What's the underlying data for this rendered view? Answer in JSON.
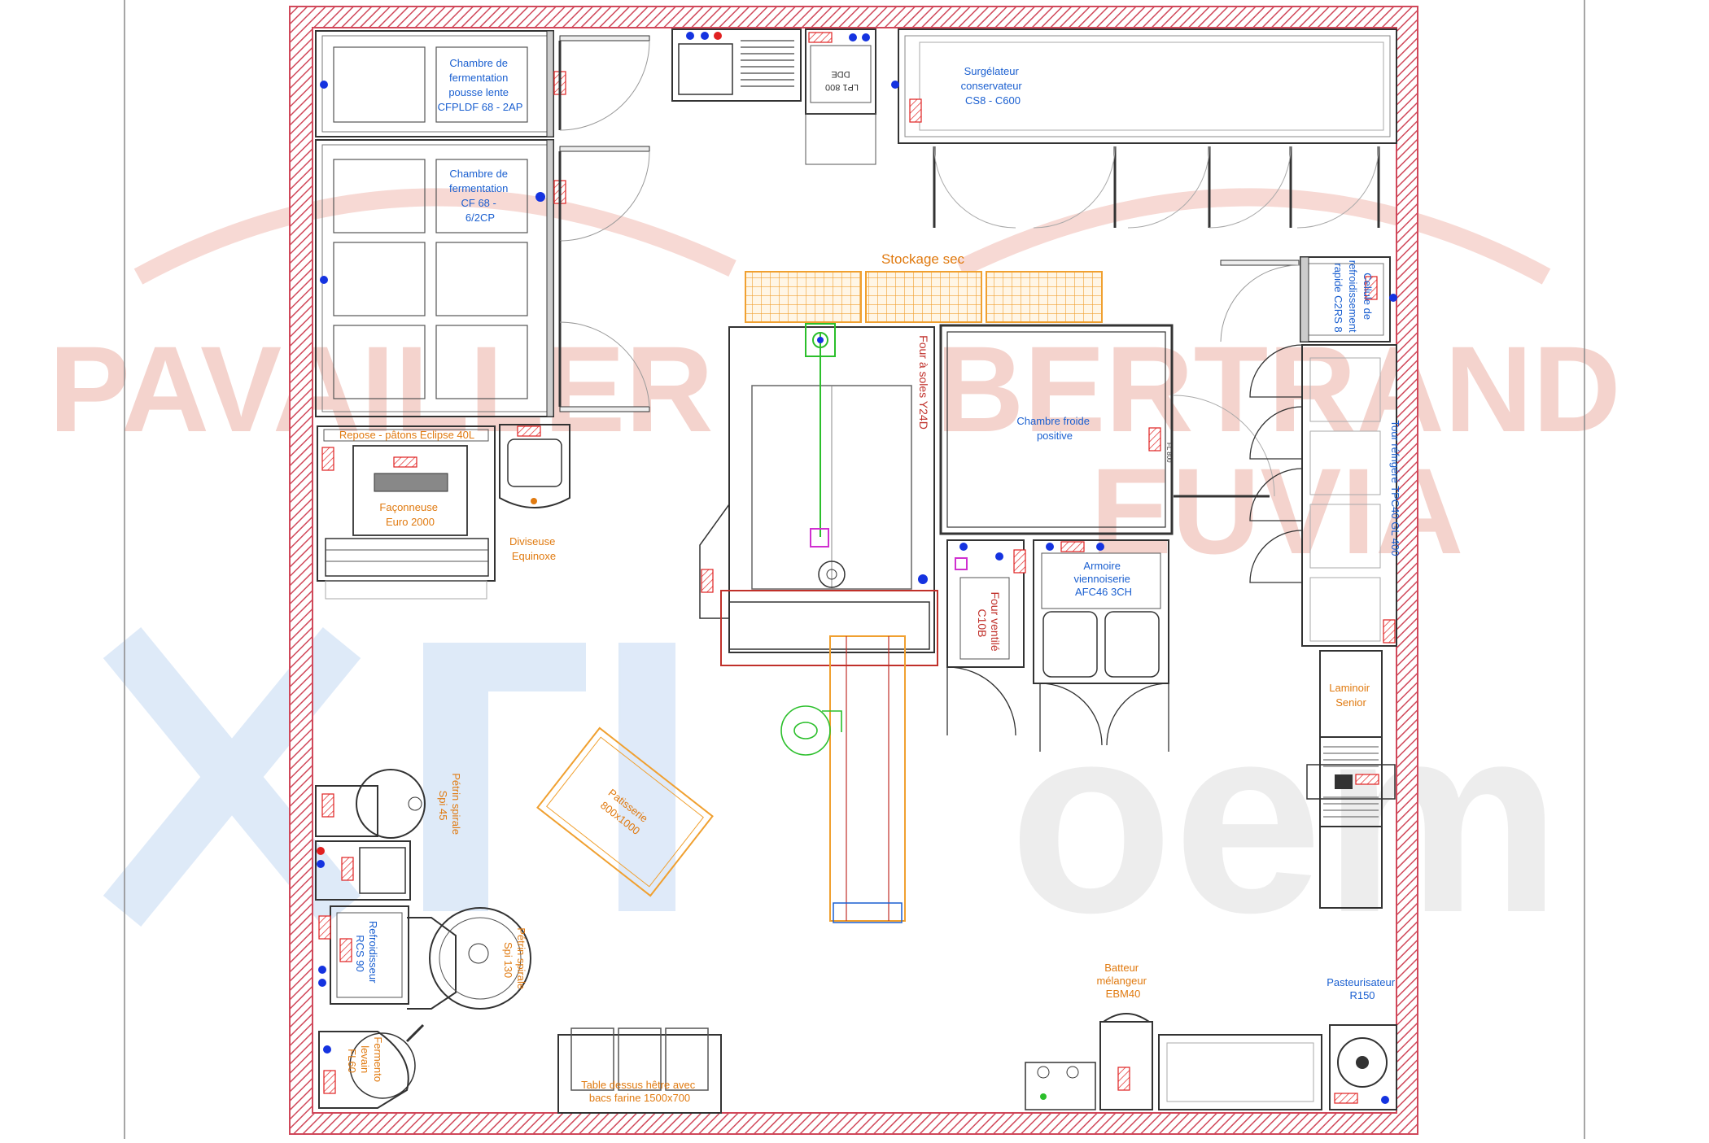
{
  "colors": {
    "wall_hatch": "#d0485a",
    "blue_label": "#1a5fd0",
    "orange_label": "#e07a10",
    "red_label": "#c0302a",
    "green_line": "#2bbf2b",
    "magenta": "#d030d0",
    "grid_orange": "#f0a030",
    "watermark_red": "#f3cfc8",
    "watermark_blue": "#dbe8f8"
  },
  "watermark": {
    "line1_left": "PAVAILLER",
    "line1_right": "BERTRAND",
    "line2": "EUVIA",
    "bottom_right": "oem"
  },
  "labels": {
    "stockage_sec": "Stockage sec",
    "chambre_pousse": [
      "Chambre de",
      "fermentation",
      "pousse lente",
      "CFPLDF 68 - 2AP"
    ],
    "chambre_cf": [
      "Chambre de",
      "fermentation",
      "CF 68 -",
      "6/2CP"
    ],
    "surgelateur": [
      "Surgélateur",
      "conservateur",
      "CS8 - C600"
    ],
    "lp_label": "LP1 800",
    "dde_label": "DDE",
    "cellule": [
      "Cellule de",
      "refroidissement",
      "rapide C2RS 8"
    ],
    "four_soles": "Four à soles Y24D",
    "chambre_froide": [
      "Chambre froide",
      "positive"
    ],
    "tour_refrigere": "Tour réfrigéré TPC40 GL 400",
    "repose_patons": "Repose - pâtons Eclipse 40L",
    "faconneuse": [
      "Façonneuse",
      "Euro 2000"
    ],
    "diviseuse": [
      "Diviseuse",
      "Equinoxe"
    ],
    "four_ventile": [
      "Four ventilé",
      "C10B"
    ],
    "armoire": [
      "Armoire",
      "viennoiserie",
      "AFC46 3CH"
    ],
    "laminoir": [
      "Laminoir",
      "Senior"
    ],
    "petrin_45": [
      "Pétrin spirale",
      "Spi 45"
    ],
    "patisserie": [
      "Patisserie",
      "800x1000"
    ],
    "refroidisseur": [
      "Refroidisseur",
      "RCS 90"
    ],
    "petrin_130": [
      "Pétrin spirale",
      "Spi 130"
    ],
    "fermento": [
      "Fermento",
      "levain",
      "FL60"
    ],
    "table_dessus": [
      "Table dessus hêtre avec",
      "bacs farine 1500x700"
    ],
    "batteur": [
      "Batteur",
      "mélangeur",
      "EBM40"
    ],
    "pasteurisateur": [
      "Pasteurisateur",
      "R150"
    ],
    "fl_label": "FL 800"
  }
}
